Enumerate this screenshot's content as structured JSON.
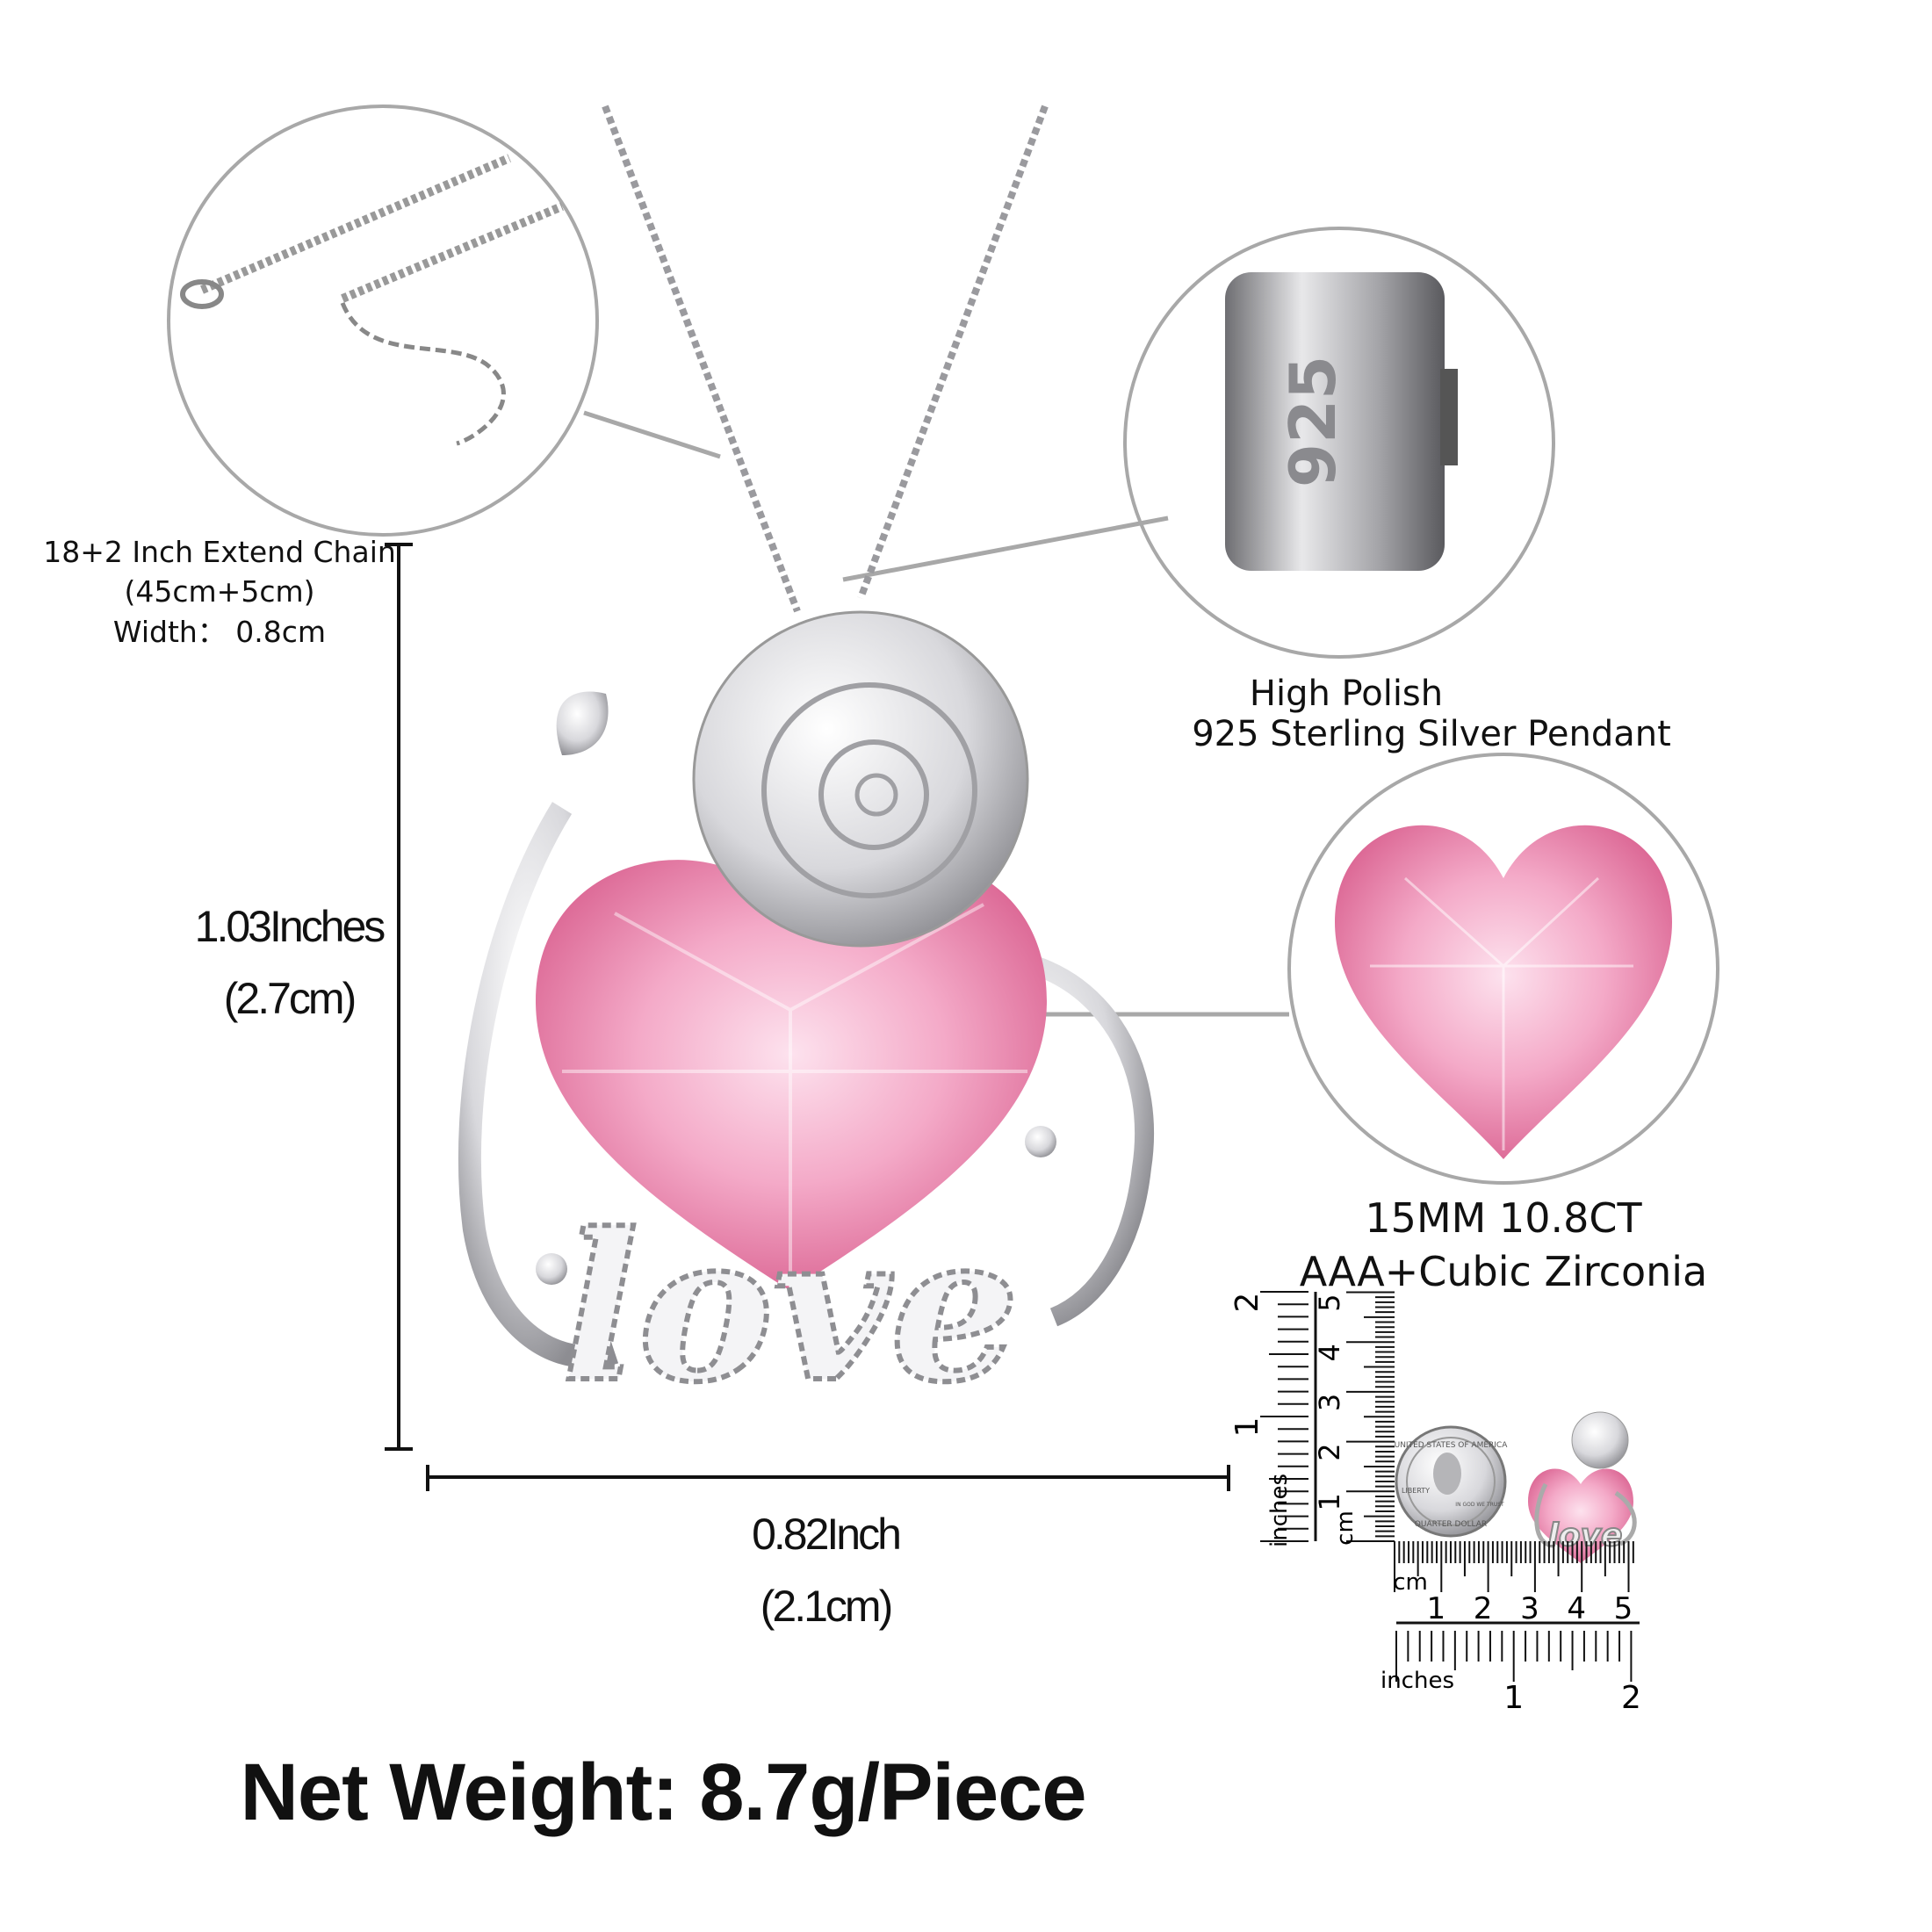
{
  "chain": {
    "line1": "18+2 Inch Extend Chain",
    "line2": "(45cm+5cm)",
    "line3": "Width： 0.8cm"
  },
  "height_dim": {
    "inches": "1.03Inches",
    "cm": "(2.7cm)"
  },
  "width_dim": {
    "inches": "0.82Inch",
    "cm": "(2.1cm)"
  },
  "stamp": {
    "mark": "925",
    "line1": "High Polish",
    "line2": "925 Sterling Silver Pendant"
  },
  "stone": {
    "line1": "15MM 10.8CT",
    "line2": "AAA+Cubic Zirconia"
  },
  "net_weight": "Net Weight: 8.7g/Piece",
  "pendant_word": "love",
  "coin": {
    "top": "UNITED STATES OF AMERICA",
    "left": "LIBERTY",
    "bottom": "QUARTER DOLLAR",
    "motto": "IN GOD WE TRUST"
  },
  "rulers": {
    "vertical_inch_labels": [
      "1",
      "2"
    ],
    "vertical_inch_unit": "inches",
    "vertical_cm_labels": [
      "1",
      "2",
      "3",
      "4",
      "5"
    ],
    "vertical_cm_unit": "cm",
    "horizontal_cm_labels": [
      "1",
      "2",
      "3",
      "4",
      "5"
    ],
    "horizontal_cm_unit": "cm",
    "horizontal_inch_labels": [
      "1",
      "2"
    ],
    "horizontal_inch_unit": "inches"
  },
  "colors": {
    "stone_pink": "#f2a7c3",
    "silver": "#c9c9cc",
    "circle_outline": "#a8a8a8"
  }
}
